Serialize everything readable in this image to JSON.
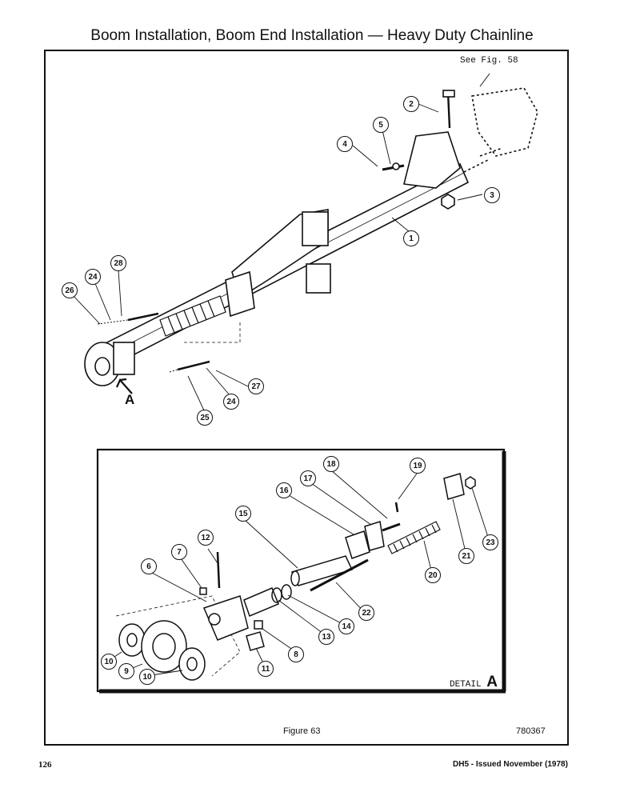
{
  "title": "Boom Installation, Boom End Installation — Heavy Duty Chainline",
  "see_ref": "See Fig. 58",
  "detail_label": "DETAIL",
  "detail_letter": "A",
  "arrow_letter": "A",
  "figure_caption": "Figure 63",
  "drawing_number": "780367",
  "page_number": "126",
  "issue_text": "DH5 - Issued November (1978)",
  "callouts_main": [
    "2",
    "5",
    "4",
    "3",
    "1",
    "28",
    "24",
    "26",
    "27",
    "24",
    "25"
  ],
  "callouts_detail": [
    "18",
    "19",
    "17",
    "16",
    "15",
    "12",
    "7",
    "6",
    "21",
    "23",
    "20",
    "22",
    "14",
    "13",
    "8",
    "11",
    "10",
    "9",
    "10"
  ]
}
